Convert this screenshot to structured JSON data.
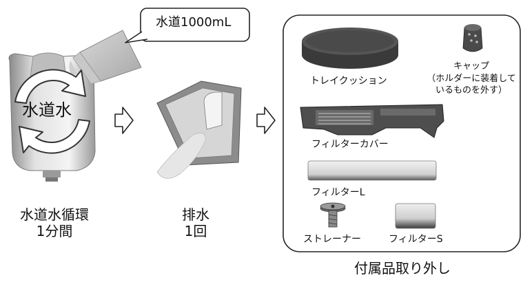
{
  "callout": {
    "text": "水道1000mL"
  },
  "tank": {
    "center_text": "水道水"
  },
  "steps": [
    {
      "line1": "水道水循環",
      "line2": "1分間"
    },
    {
      "line1": "排水",
      "line2": "1回"
    }
  ],
  "parts": {
    "cushion": "トレイクッション",
    "cap_line1": "キャップ",
    "cap_line2": "（ホルダーに装着して",
    "cap_line3": "いるものを外す）",
    "filter_cover": "フィルターカバー",
    "filter_l": "フィルターL",
    "strainer": "ストレーナー",
    "filter_s": "フィルターS"
  },
  "panel_caption": "付属品取り外し"
}
